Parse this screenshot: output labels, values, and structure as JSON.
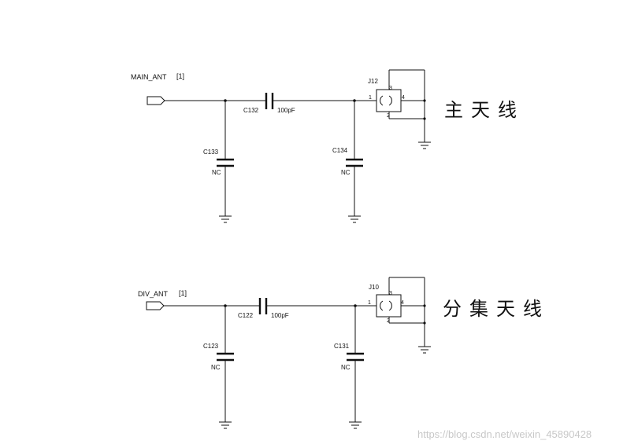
{
  "main": {
    "net": "MAIN_ANT",
    "sheet_ref": "[1]",
    "series_cap": {
      "ref": "C132",
      "value": "100pF"
    },
    "shunt_left": {
      "ref": "C133",
      "value": "NC"
    },
    "shunt_right": {
      "ref": "C134",
      "value": "NC"
    },
    "connector": {
      "ref": "J12",
      "pins": [
        "1",
        "2",
        "3",
        "4"
      ]
    },
    "caption": "主天线"
  },
  "div": {
    "net": "DIV_ANT",
    "sheet_ref": "[1]",
    "series_cap": {
      "ref": "C122",
      "value": "100pF"
    },
    "shunt_left": {
      "ref": "C123",
      "value": "NC"
    },
    "shunt_right": {
      "ref": "C131",
      "value": "NC"
    },
    "connector": {
      "ref": "J10",
      "pins": [
        "1",
        "2",
        "3",
        "4"
      ]
    },
    "caption": "分集天线"
  },
  "watermark": "https://blog.csdn.net/weixin_45890428"
}
